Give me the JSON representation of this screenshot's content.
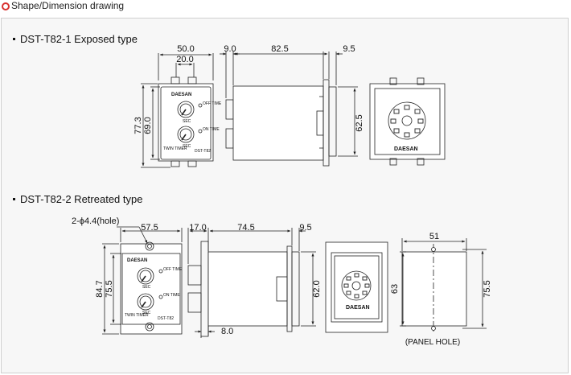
{
  "header": {
    "title": "Shape/Dimension drawing"
  },
  "sections": [
    {
      "title": "DST-T82-1  Exposed type",
      "front": {
        "brand": "DAESAN",
        "dial_top": "SEC",
        "dial_bottom": "SEC",
        "label_off": "OFF TIME",
        "label_on": "ON TIME",
        "twin": "TWIN TIMER",
        "model": "DST-T82"
      },
      "side_brand": "DAESAN",
      "dims": {
        "w_total": "50.0",
        "w_inner": "20.0",
        "h_outer": "77.3",
        "h_inner": "69.0",
        "side_left": "9.0",
        "side_body": "82.5",
        "side_right": "9.5",
        "side_height": "62.5"
      }
    },
    {
      "title": "DST-T82-2  Retreated type",
      "front": {
        "brand": "DAESAN",
        "dial_top": "SEC",
        "dial_bottom": "SEC",
        "label_off": "OFF TIME",
        "label_on": "ON TIME",
        "twin": "TWIN TIMER",
        "model": "DST-T82"
      },
      "side_brand": "DAESAN",
      "dims": {
        "hole": "2-ϕ4.4(hole)",
        "w_total": "57.5",
        "h_outer": "84.7",
        "h_inner": "75.5",
        "side_left": "17.0",
        "side_body": "74.5",
        "side_right": "9.5",
        "side_height": "62.0",
        "side_bottom": "8.0"
      },
      "panel_hole": {
        "w": "51",
        "h_left": "63",
        "h_right": "75.5",
        "caption": "(PANEL HOLE)"
      }
    }
  ]
}
